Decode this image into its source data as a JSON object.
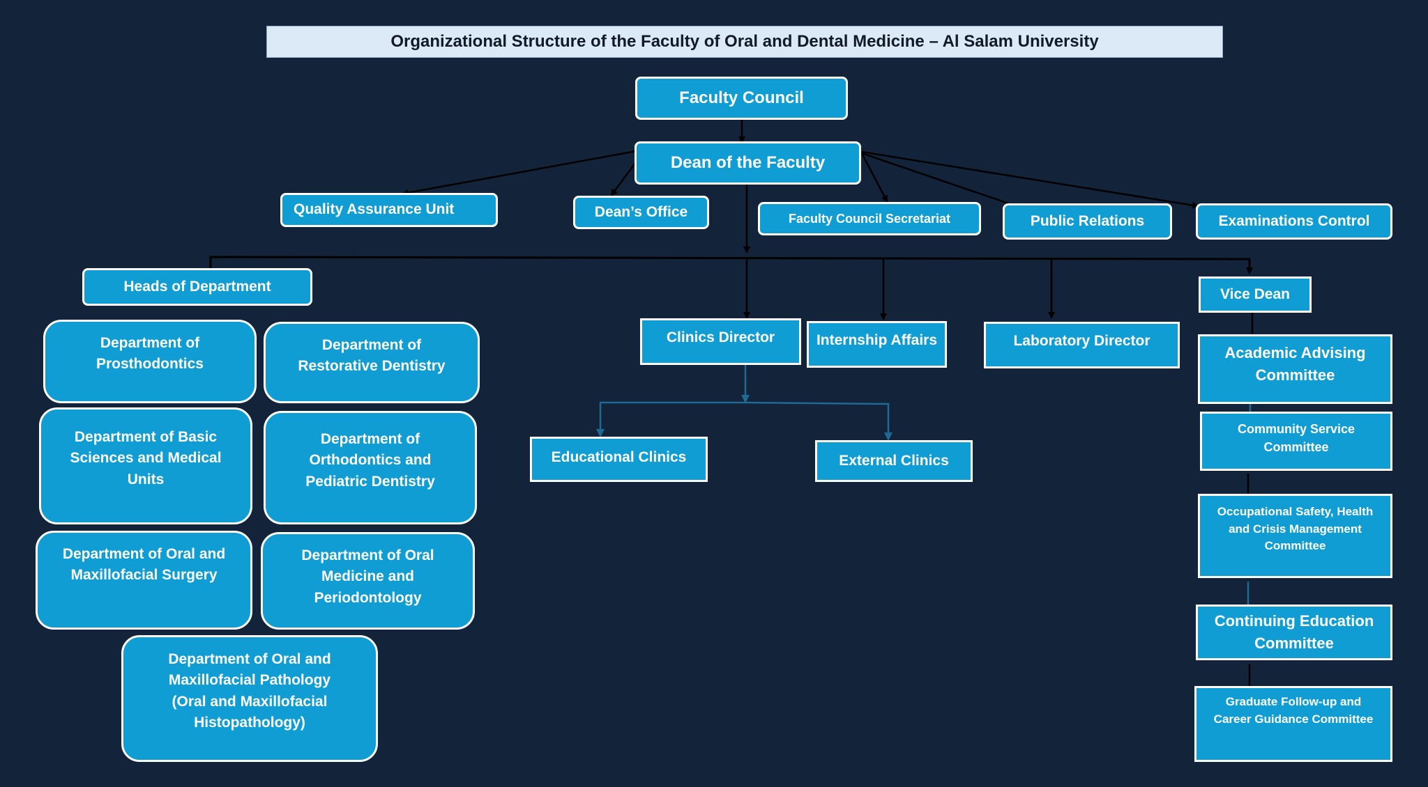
{
  "title": "Organizational Structure of the Faculty of Oral and Dental Medicine – Al Salam University",
  "colors": {
    "background": "#13233a",
    "node_fill": "#0f9dd3",
    "node_border": "#ffffff",
    "title_fill": "#dce9f7",
    "connector_black": "#000000",
    "connector_blue": "#1f6a94"
  },
  "nodes": {
    "faculty_council": "Faculty Council",
    "dean": "Dean of the Faculty",
    "quality_assurance": "Quality Assurance Unit",
    "deans_office": "Dean’s Office",
    "council_secretariat": "Faculty Council Secretariat",
    "public_relations": "Public Relations",
    "examinations_control": "Examinations Control",
    "heads_of_department": "Heads of Department",
    "clinics_director": "Clinics Director",
    "internship_affairs": "Internship Affairs",
    "laboratory_director": "Laboratory Director",
    "vice_dean": "Vice Dean",
    "educational_clinics": "Educational Clinics",
    "external_clinics": "External Clinics"
  },
  "departments": [
    "Department of Prosthodontics",
    "Department of Restorative Dentistry",
    "Department of Basic Sciences and Medical Units",
    "Department of Orthodontics and Pediatric Dentistry",
    "Department of Oral and Maxillofacial Surgery",
    "Department of Oral Medicine and Periodontology",
    "Department of Oral and Maxillofacial Pathology (Oral and Maxillofacial Histopathology)"
  ],
  "committees": [
    "Academic Advising Committee",
    "Community Service Committee",
    "Occupational Safety, Health and Crisis Management Committee",
    "Continuing Education Committee",
    "Graduate Follow-up and Career Guidance Committee"
  ]
}
